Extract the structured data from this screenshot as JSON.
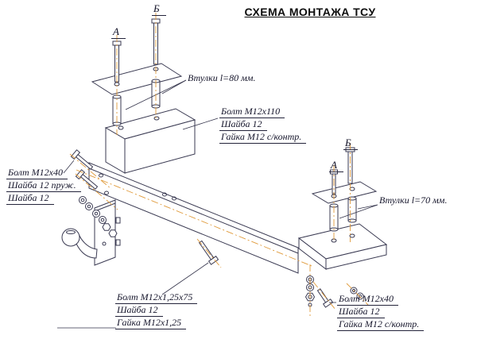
{
  "title": "СХЕМА МОНТАЖА ТСУ",
  "section_marks": {
    "top_a": "А",
    "top_b": "Б",
    "right_a": "А",
    "right_b": "Б"
  },
  "callouts": {
    "bushings_80": "Втулки l=80 мм.",
    "bushings_70": "Втулки l=70 мм.",
    "group_m12x110": {
      "lines": [
        "Болт М12х110",
        "Шайба 12",
        "Гайка М12 с/контр."
      ]
    },
    "group_left_m12x40": {
      "lines": [
        "Болт М12х40",
        "Шайба 12 пруж.",
        "Шайба 12"
      ]
    },
    "group_m12x125x75": {
      "lines": [
        "Болт М12х1,25х75",
        "Шайба 12",
        "Гайка М12х1,25"
      ]
    },
    "group_right_m12x40": {
      "lines": [
        "Болт М12х40",
        "Шайба 12",
        "Гайка М12 с/контр."
      ]
    }
  },
  "colors": {
    "drawing_line": "#3a3a52",
    "centerline": "#e09a3a",
    "label_text": "#14142a"
  }
}
